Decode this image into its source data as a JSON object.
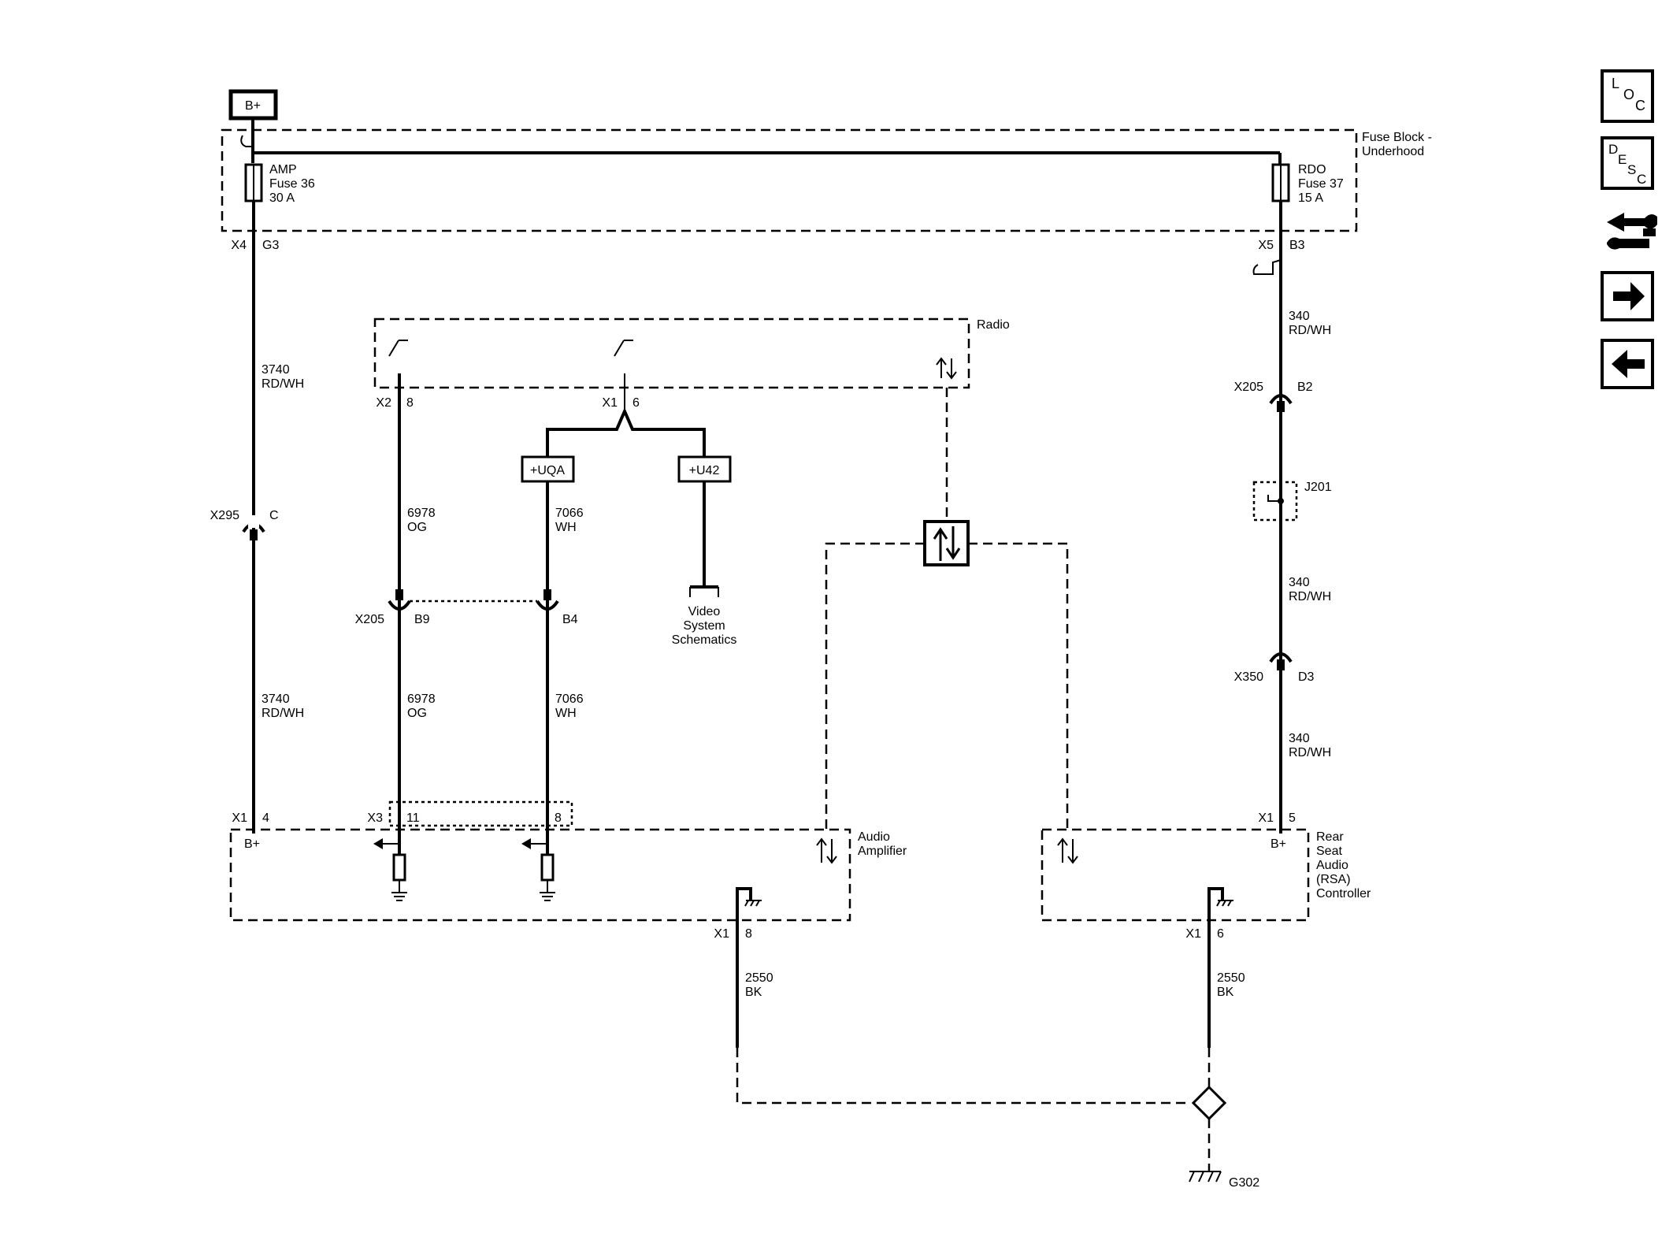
{
  "power_source": {
    "label": "B+"
  },
  "fuse_block": {
    "label_line1": "Fuse Block -",
    "label_line2": "Underhood",
    "amp_fuse": {
      "name": "AMP",
      "fuse": "Fuse 36",
      "rating": "30 A",
      "connector": "X4",
      "pin": "G3"
    },
    "rdo_fuse": {
      "name": "RDO",
      "fuse": "Fuse 37",
      "rating": "15 A",
      "connector": "X5",
      "pin": "B3"
    }
  },
  "radio": {
    "label": "Radio",
    "left_connector": "X2",
    "left_pin": "8",
    "mid_connector": "X1",
    "mid_pin": "6",
    "option_uqa": "+UQA",
    "option_u42": "+U42",
    "video_ref": [
      "Video",
      "System",
      "Schematics"
    ]
  },
  "wires": {
    "w3740_num": "3740",
    "w3740_color": "RD/WH",
    "w6978_num": "6978",
    "w6978_color": "OG",
    "w7066_num": "7066",
    "w7066_color": "WH",
    "w340_num": "340",
    "w340_color": "RD/WH",
    "w2550_num": "2550",
    "w2550_color": "BK"
  },
  "connectors": {
    "x295": "X295",
    "x295_pin": "C",
    "x205_left": "X205",
    "x205_b9": "B9",
    "x205_b4": "B4",
    "x205_right": "X205",
    "x205_b2": "B2",
    "j201": "J201",
    "x350": "X350",
    "x350_pin": "D3"
  },
  "audio_amplifier": {
    "label_line1": "Audio",
    "label_line2": "Amplifier",
    "x1": "X1",
    "x1_pin": "4",
    "bplus": "B+",
    "x3": "X3",
    "x3_pin11": "11",
    "x3_pin8": "8",
    "gnd_connector": "X1",
    "gnd_pin": "8"
  },
  "rsa_controller": {
    "label": [
      "Rear",
      "Seat",
      "Audio",
      "(RSA)",
      "Controller"
    ],
    "x1": "X1",
    "x1_pin": "5",
    "bplus": "B+",
    "gnd_connector": "X1",
    "gnd_pin": "6"
  },
  "ground": {
    "label": "G302"
  },
  "nav": {
    "loc": [
      "L",
      "O",
      "C"
    ],
    "desc": [
      "D",
      "E",
      "S",
      "C"
    ],
    "buttons": [
      "loc-button",
      "desc-button",
      "connector-end-view-button",
      "next-page-button",
      "previous-page-button"
    ]
  }
}
